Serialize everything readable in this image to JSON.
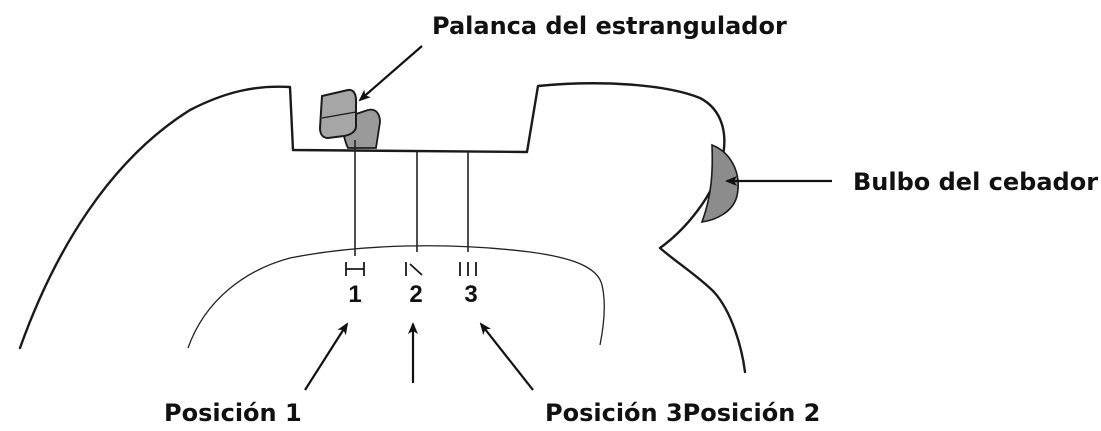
{
  "labels": {
    "choke_lever": "Palanca del estrangulador",
    "primer_bulb": "Bulbo del cebador",
    "position_1": "Posición 1",
    "position_3_2": "Posición 3Posición 2"
  },
  "positions": [
    {
      "number": "1",
      "symbol": "choke-closed-icon"
    },
    {
      "number": "2",
      "symbol": "choke-half-icon"
    },
    {
      "number": "3",
      "symbol": "choke-open-icon"
    }
  ],
  "colors": {
    "line": "#1a1a1a",
    "lever_fill": "#9a9a9a",
    "bulb_fill": "#8c8c8c",
    "background": "#ffffff"
  }
}
